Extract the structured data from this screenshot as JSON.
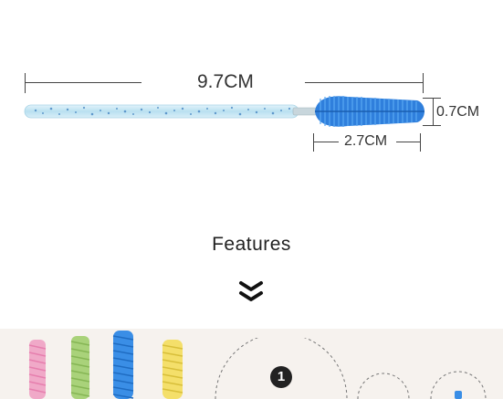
{
  "dimensions": {
    "total_length": "9.7CM",
    "head_diameter": "0.7CM",
    "head_length": "2.7CM"
  },
  "features": {
    "title": "Features",
    "badge_number": "1"
  },
  "colors": {
    "wand_handle": "#bfe3f0",
    "brush_blue": "#3a8ee6",
    "brush_pink": "#f0a9c8",
    "brush_green": "#a9d27a",
    "brush_yellow": "#f4df6a",
    "badge": "#222222"
  }
}
